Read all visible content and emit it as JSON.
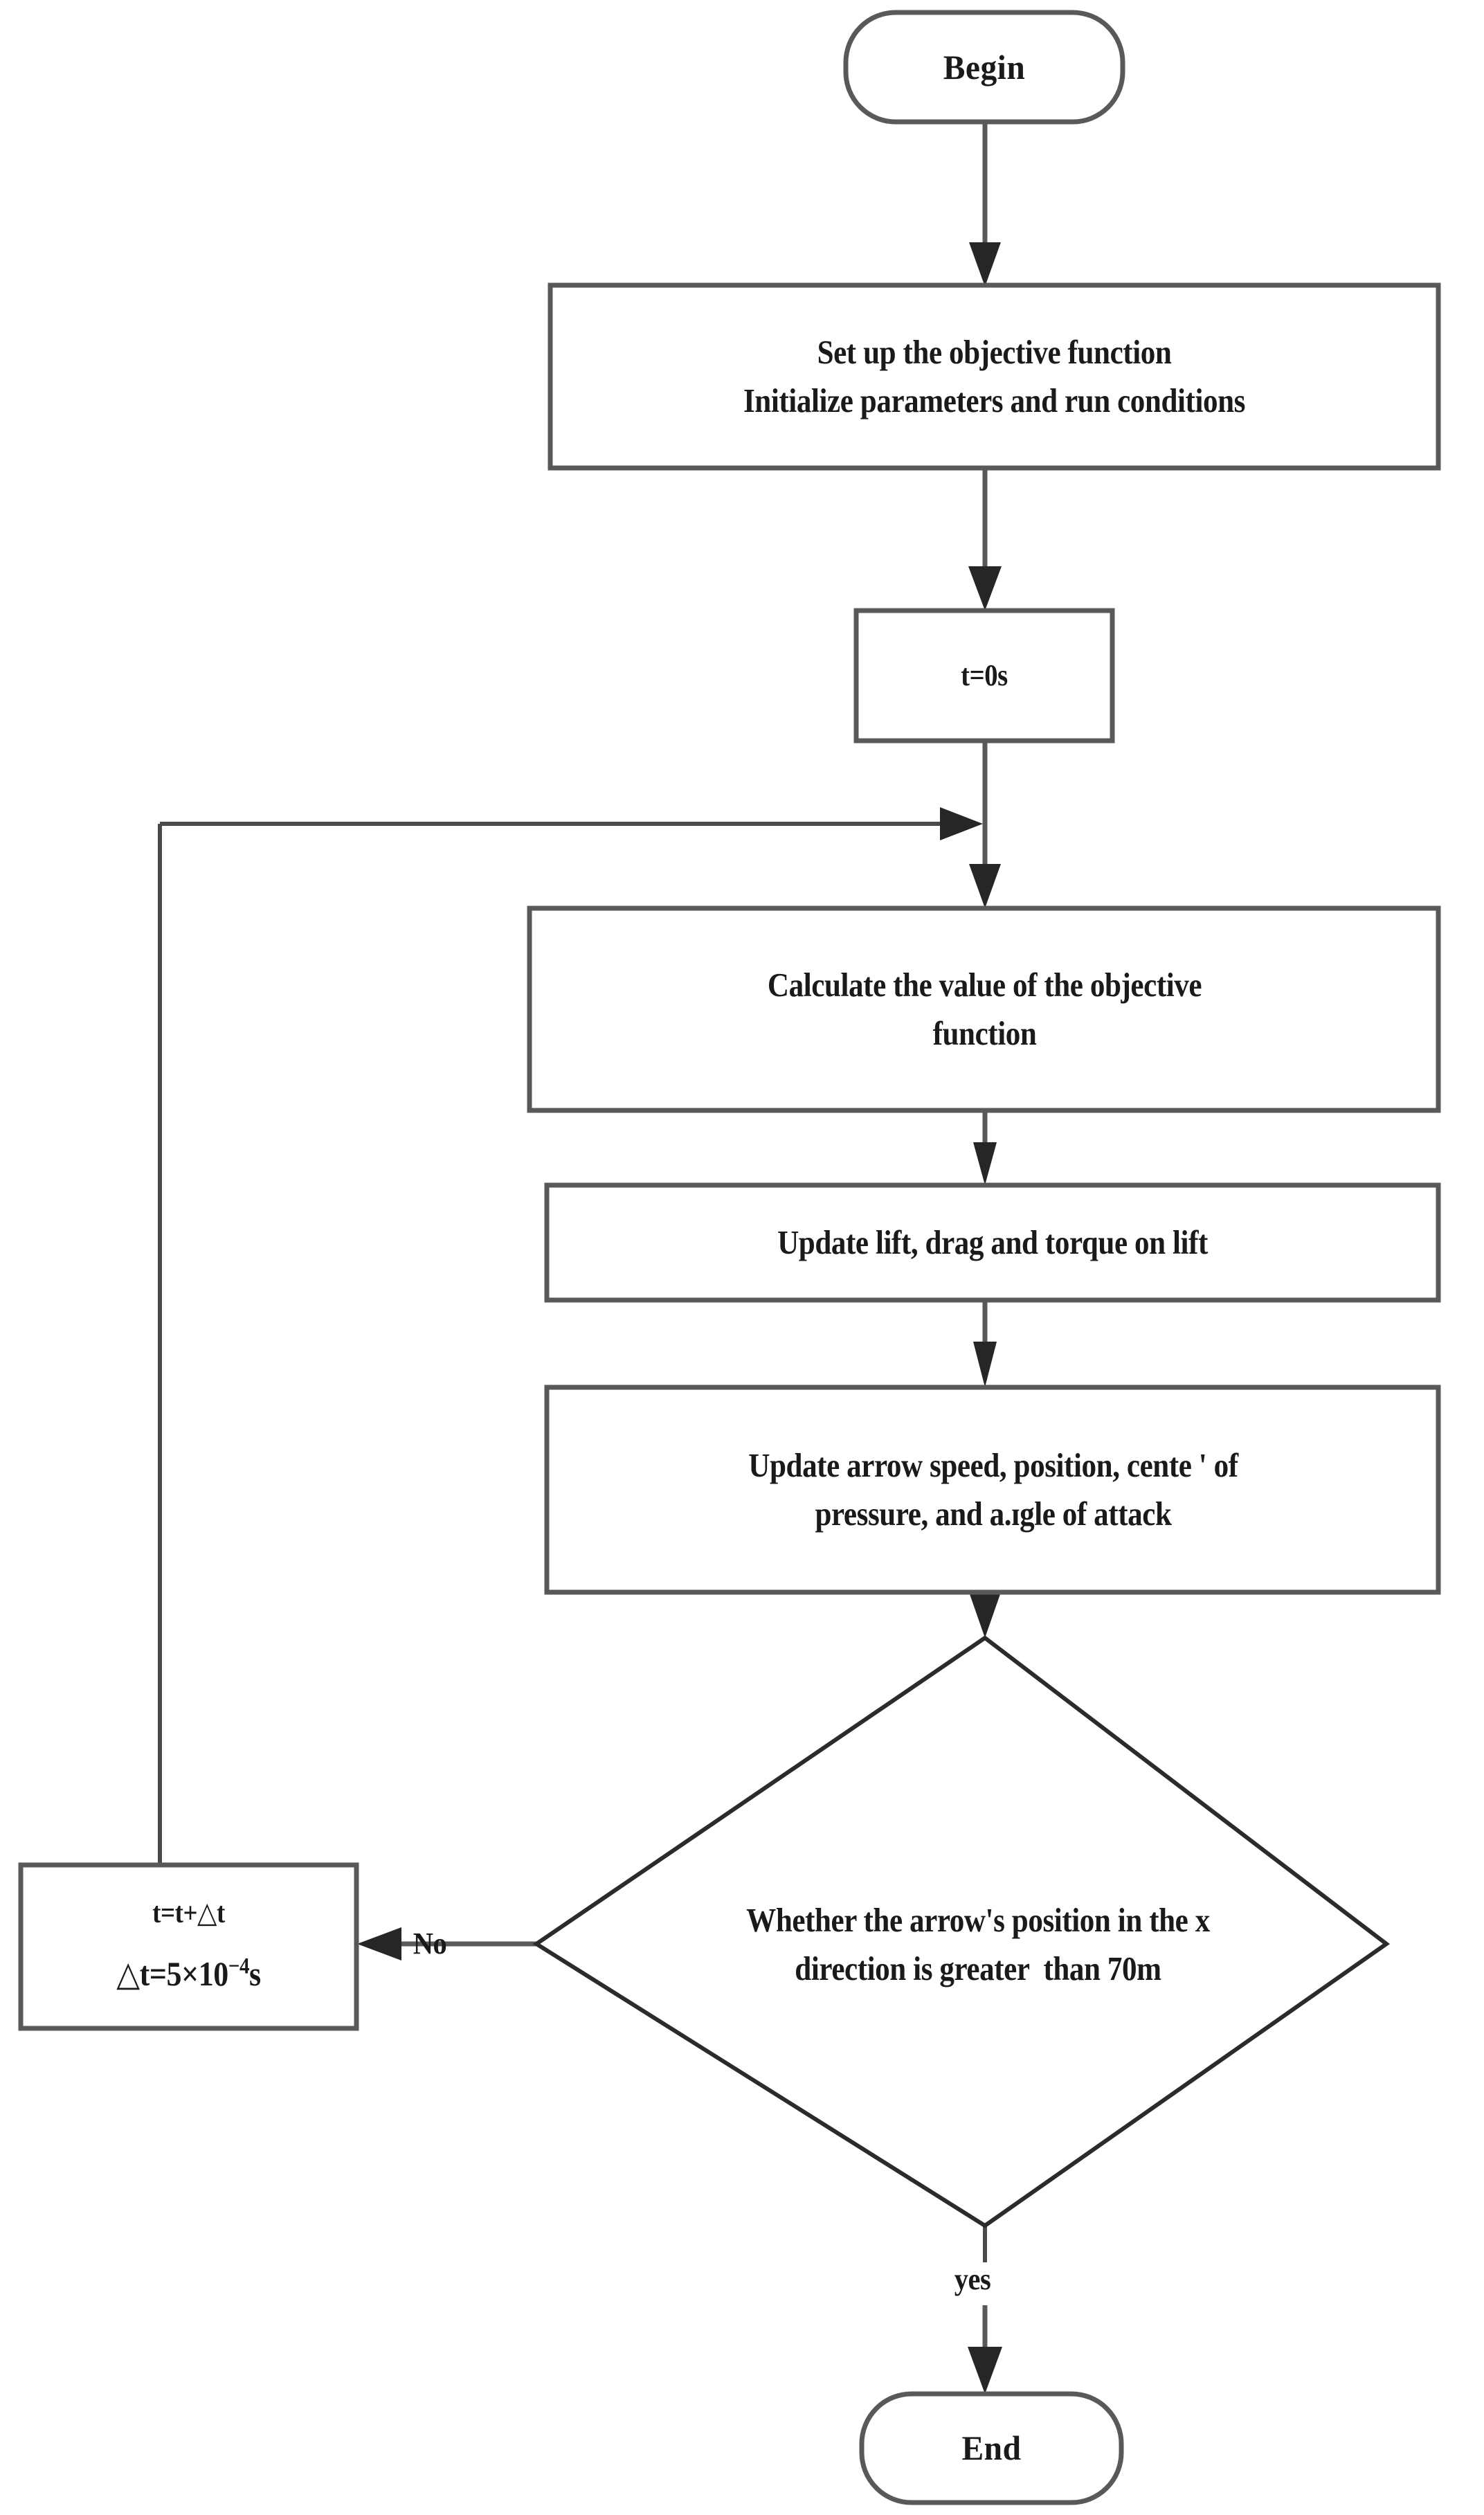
{
  "diagram": {
    "type": "flowchart",
    "title": "Simulation loop flowchart",
    "orientation": "top-to-bottom",
    "colors": {
      "shape_stroke": "#595959",
      "diamond_stroke": "#2b2b2b",
      "connector": "#595959",
      "arrowhead": "#262626",
      "text": "#1a1a1a",
      "background": "#ffffff"
    },
    "nodes": [
      {
        "id": "begin",
        "shape": "terminator",
        "label": "Begin"
      },
      {
        "id": "setup",
        "shape": "process",
        "label": "Set up the objective function\nInitialize parameters and run conditions"
      },
      {
        "id": "time-init",
        "shape": "process",
        "label": "t=0s"
      },
      {
        "id": "calc-objective",
        "shape": "process",
        "label": "Calculate the value of the objective\nfunction"
      },
      {
        "id": "update-forces",
        "shape": "process",
        "label": "Update lift, drag and torque on lift"
      },
      {
        "id": "update-state",
        "shape": "process",
        "label": "Update arrow speed, position, cente ' of\npressure, and a.ɪgle of attack"
      },
      {
        "id": "decision",
        "shape": "decision",
        "label": "Whether the arrow's position in the x\ndirection is greater  than 70m"
      },
      {
        "id": "time-step",
        "shape": "process",
        "label_line1": "t=t+△t",
        "label_line2_prefix": "△t=5×10",
        "label_line2_exponent": "−4",
        "label_line2_suffix": "s"
      },
      {
        "id": "end",
        "shape": "terminator",
        "label": "End"
      }
    ],
    "edge_labels": {
      "no": "No",
      "yes": "yes"
    }
  }
}
